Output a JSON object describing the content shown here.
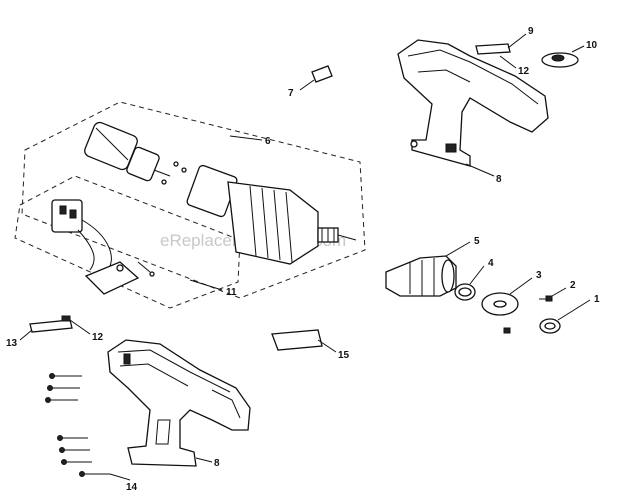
{
  "watermark": "eReplacementParts.com",
  "callouts": {
    "c1": "1",
    "c2": "2",
    "c3": "3",
    "c4": "4",
    "c5": "5",
    "c6": "6",
    "c7": "7",
    "c8a": "8",
    "c8b": "8",
    "c9": "9",
    "c10": "10",
    "c11": "11",
    "c12a": "12",
    "c12b": "12",
    "c13": "13",
    "c14": "14",
    "c15": "15"
  }
}
